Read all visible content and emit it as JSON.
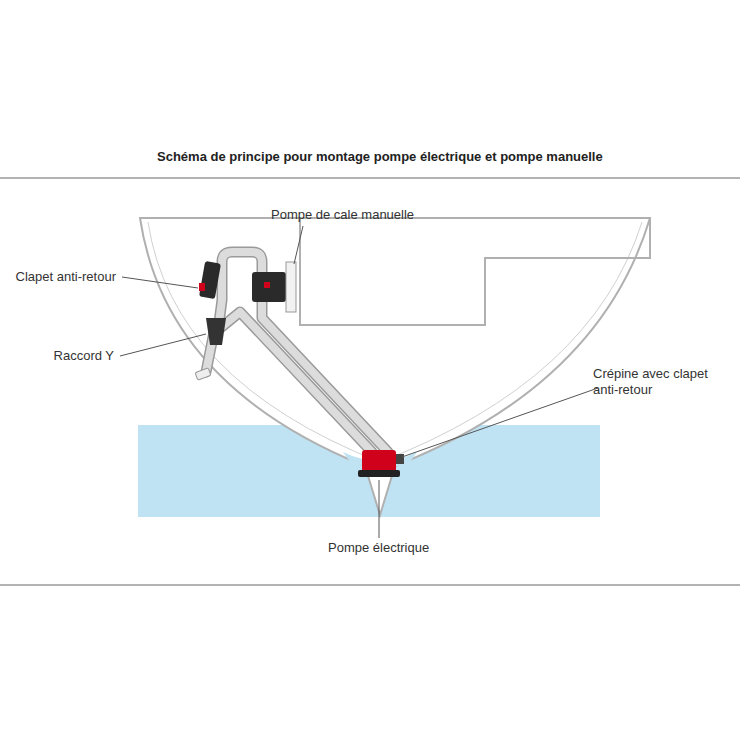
{
  "diagram": {
    "title": "Schéma de principe pour montage pompe électrique et pompe manuelle",
    "labels": [
      "Pompe de cale manuelle",
      "Clapet anti-retour",
      "Raccord Y",
      "Crépine avec clapet anti-retour",
      "Pompe électrique"
    ]
  }
}
